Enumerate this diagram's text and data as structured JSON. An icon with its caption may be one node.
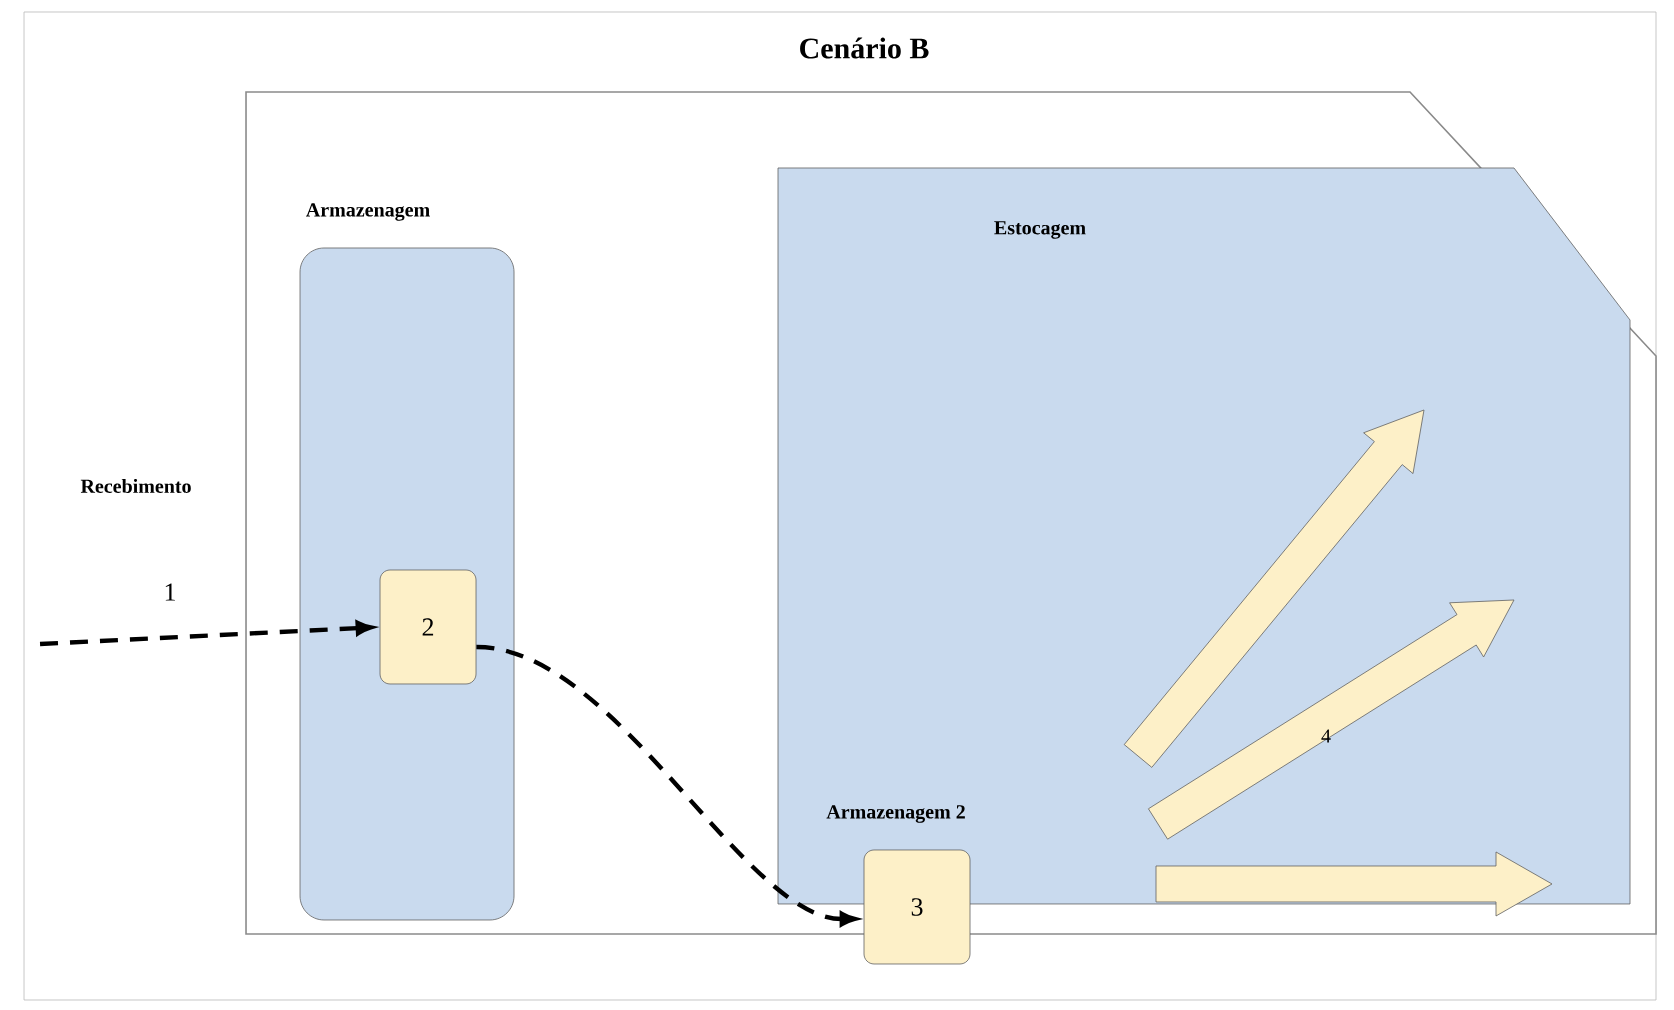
{
  "diagram": {
    "title": "Cenário B",
    "nodes": [
      {
        "text": [],
        "shape": "box"
      },
      {
        "text": [
          "Armazenagem"
        ],
        "in": 0
      },
      {
        "text": [
          "2"
        ],
        "in": 1
      },
      {
        "text": [
          "Estocagem"
        ],
        "in": 0
      },
      {
        "text": [
          "3"
        ],
        "in": 0
      }
    ],
    "edges": [
      {
        "from": null,
        "to": 2,
        "arrow": "to",
        "label": "1",
        "style": "dashed"
      },
      {
        "from": 2,
        "to": 4,
        "arrow": "to",
        "style": "dashed"
      }
    ],
    "labels": [
      "Recebimento",
      "Armazenagem 2",
      "4"
    ]
  }
}
